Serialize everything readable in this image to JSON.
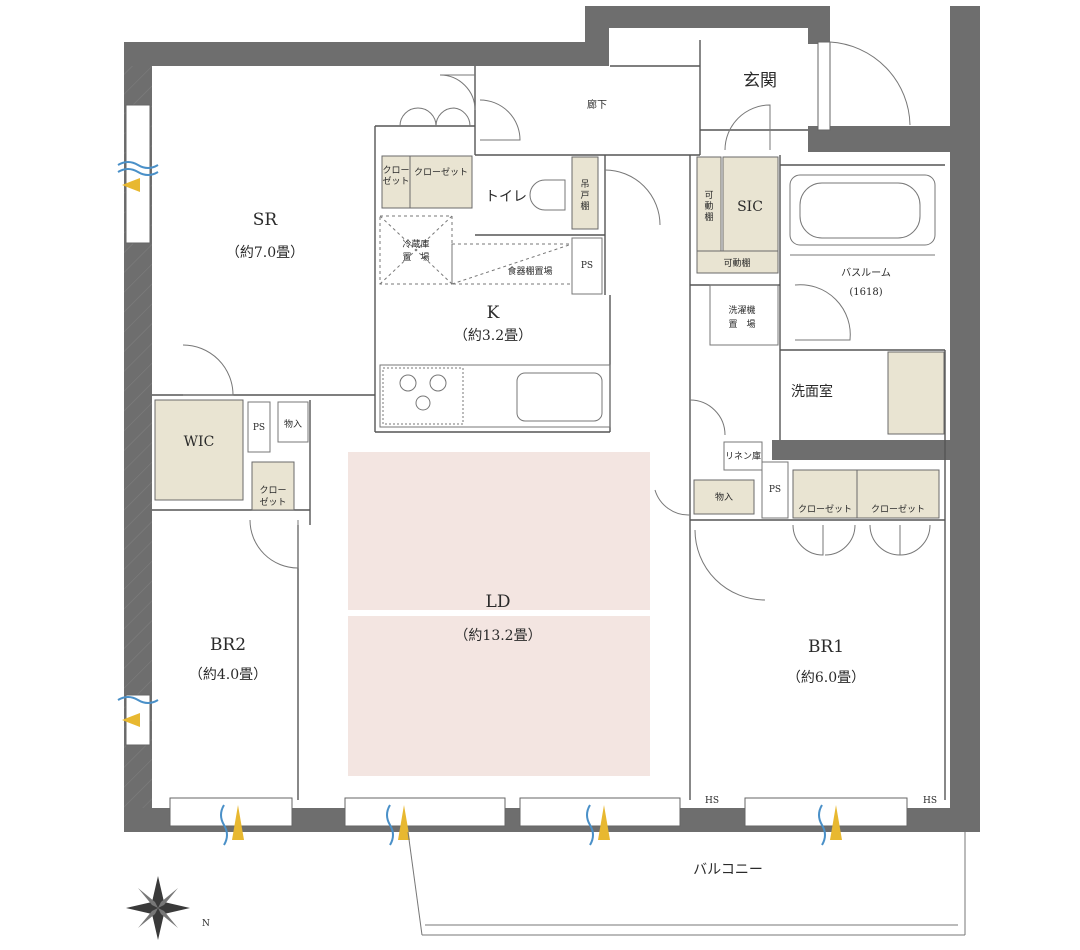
{
  "rooms": {
    "sr_name": "SR",
    "sr_size": "（約7.0畳）",
    "k_name": "K",
    "k_size": "（約3.2畳）",
    "ld_name": "LD",
    "ld_size": "（約13.2畳）",
    "br2_name": "BR2",
    "br2_size": "（約4.0畳）",
    "br1_name": "BR1",
    "br1_size": "（約6.0畳）",
    "genkan": "玄関",
    "roka": "廊下",
    "toilet": "トイレ",
    "bathroom": "バスルーム",
    "bath_size": "(1618)",
    "senmen": "洗面室",
    "balcony": "バルコニー",
    "wic": "WIC",
    "sic": "SIC"
  },
  "fixtures": {
    "closet_small_a": "クロー",
    "closet_small_b": "ゼット",
    "closet": "クローゼット",
    "closet_br1_a": "クローゼット",
    "closet_br1_b": "クローゼット",
    "closet_br2_a": "クロー",
    "closet_br2_b": "ゼット",
    "fridge_a": "冷蔵庫",
    "fridge_b": "置　場",
    "shokki": "食器棚置場",
    "ps_kitchen": "PS",
    "ps_wic": "PS",
    "ps_br1": "PS",
    "monoire_a": "物入",
    "monoire_b": "物入",
    "tsurido_a": "吊",
    "tsurido_b": "戸",
    "tsurido_c": "棚",
    "kadou_a": "可",
    "kadou_b": "動",
    "kadou_c": "棚",
    "kadoudana": "可動棚",
    "sentakuki_a": "洗濯機",
    "sentakuki_b": "置　場",
    "linen": "リネン庫",
    "hs_left": "HS",
    "hs_right": "HS",
    "north": "N"
  },
  "colors": {
    "wall": "#6e6e6e",
    "closet": "#e9e4d2",
    "ld_floor": "#f3e5e1",
    "window_blue": "#4a90c8",
    "window_yellow": "#e8b830"
  }
}
